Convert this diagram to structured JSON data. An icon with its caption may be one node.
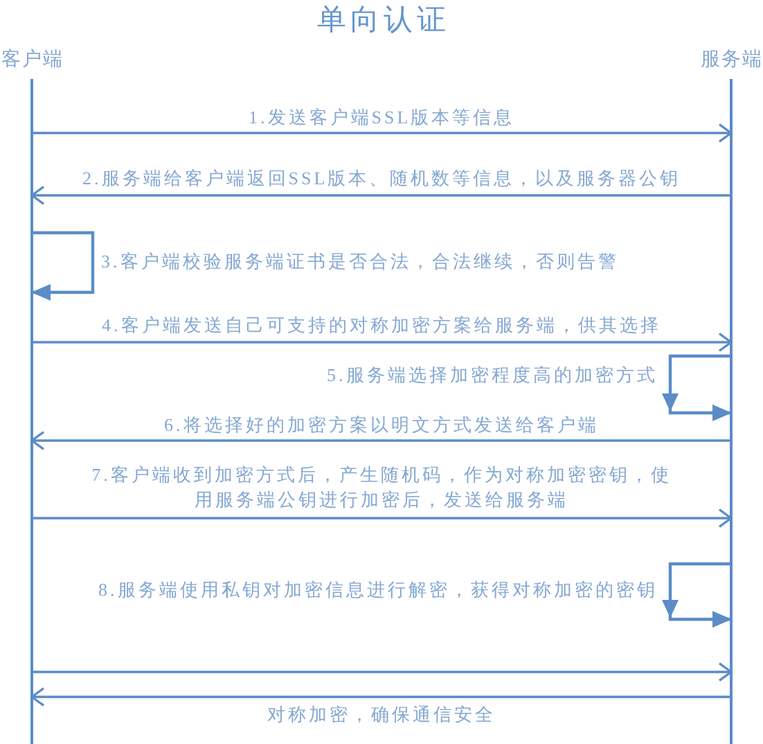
{
  "diagram": {
    "title": "单向认证",
    "nodes": [
      {
        "text": [
          "客户端"
        ]
      },
      {
        "text": [
          "服务端"
        ]
      }
    ],
    "edges": [
      {
        "from": 0,
        "to": 1,
        "arrow": "to",
        "label": "1.发送客户端SSL版本等信息"
      },
      {
        "from": 1,
        "to": 0,
        "arrow": "to",
        "label": "2.服务端给客户端返回SSL版本、随机数等信息，以及服务器公钥"
      },
      {
        "from": 0,
        "to": 0,
        "arrow": "to",
        "label": "3.客户端校验服务端证书是否合法，合法继续，否则告警"
      },
      {
        "from": 0,
        "to": 1,
        "arrow": "to",
        "label": "4.客户端发送自己可支持的对称加密方案给服务端，供其选择"
      },
      {
        "from": 1,
        "to": 1,
        "arrow": "to",
        "label": "5.服务端选择加密程度高的加密方式"
      },
      {
        "from": 1,
        "to": 0,
        "arrow": "to",
        "label": "6.将选择好的加密方案以明文方式发送给客户端"
      },
      {
        "from": 0,
        "to": 1,
        "arrow": "to",
        "label": "7.客户端收到加密方式后，产生随机码，作为对称加密密钥，使用服务端公钥进行加密后，发送给服务端"
      },
      {
        "from": 1,
        "to": 1,
        "arrow": "to",
        "label": "8.服务端使用私钥对加密信息进行解密，获得对称加密的密钥"
      },
      {
        "from": 0,
        "to": 1,
        "arrow": "to"
      },
      {
        "from": 1,
        "to": 0,
        "arrow": "to",
        "label": "对称加密，确保通信安全"
      }
    ]
  }
}
